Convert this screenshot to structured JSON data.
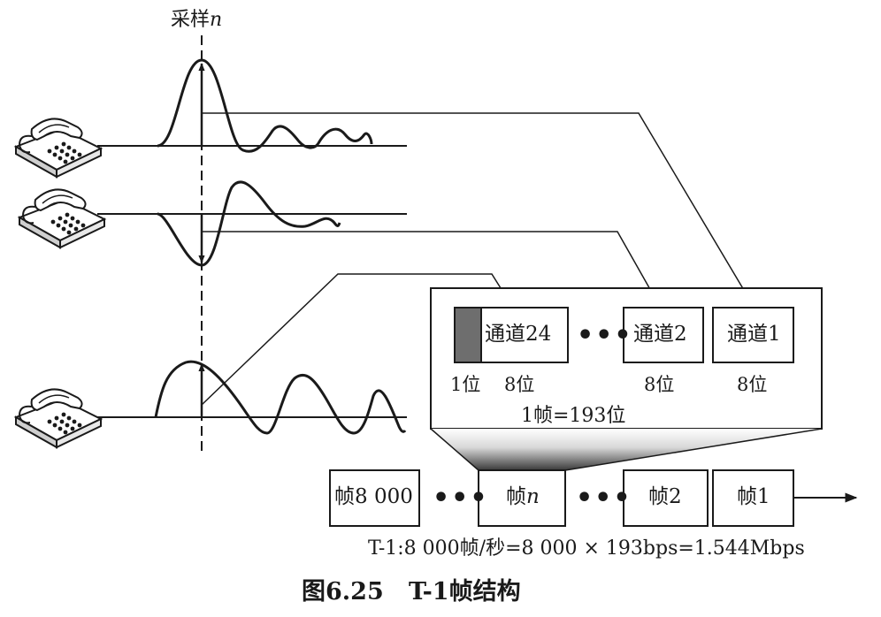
{
  "sample_label": {
    "prefix": "采样",
    "var": "n"
  },
  "frame_detail": {
    "channels": [
      {
        "name": "通道24",
        "bits": "8位"
      },
      {
        "name": "通道2",
        "bits": "8位"
      },
      {
        "name": "通道1",
        "bits": "8位"
      }
    ],
    "framing_bit_label": "1位",
    "ellipsis": "•••",
    "frame_size": "1帧=193位"
  },
  "frame_sequence": {
    "frames": [
      {
        "prefix": "帧8 000",
        "var": ""
      },
      {
        "prefix": "帧",
        "var": "n"
      },
      {
        "prefix": "帧2",
        "var": ""
      },
      {
        "prefix": "帧1",
        "var": ""
      }
    ],
    "ellipsis": "•••"
  },
  "rate_formula": "T-1:8 000帧/秒=8 000 × 193bps=1.544Mbps",
  "caption": "图6.25   T-1帧结构",
  "colors": {
    "ink": "#1a1a1a",
    "framing_bit": "#6e6e6e"
  }
}
